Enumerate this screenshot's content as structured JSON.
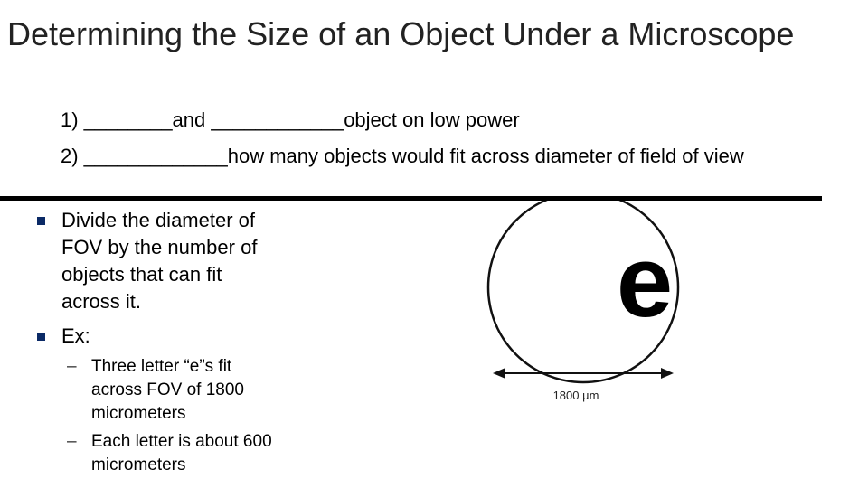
{
  "slide": {
    "title": "Determining the Size of an Object Under a Microscope",
    "steps": [
      "1) ________and ____________object on low power",
      "2) _____________how many objects would fit across diameter of field of view"
    ],
    "bullets": [
      "Divide the diameter of FOV by the number of objects that can fit across it.",
      "Ex:"
    ],
    "sub_bullets": [
      "Three letter “e”s fit across FOV of 1800 micrometers",
      "Each letter is about 600 micrometers"
    ],
    "figure": {
      "letter": "e",
      "measure_label": "1800 µm"
    },
    "colors": {
      "bullet": "#0b2a66",
      "title": "#222222"
    }
  }
}
